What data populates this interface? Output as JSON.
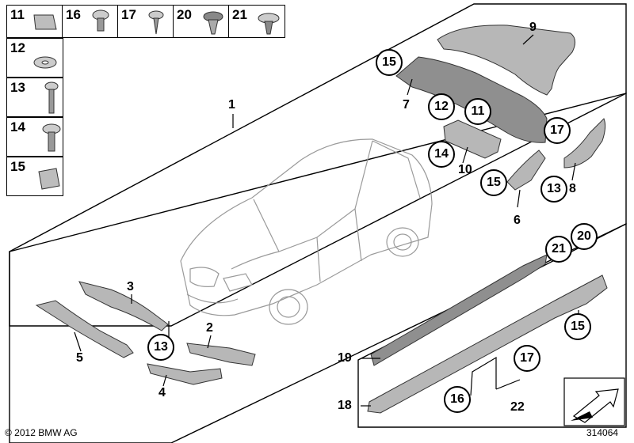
{
  "hardware_cells": [
    {
      "number": "11"
    },
    {
      "number": "16"
    },
    {
      "number": "17"
    },
    {
      "number": "20"
    },
    {
      "number": "21"
    },
    {
      "number": "12"
    },
    {
      "number": "13"
    },
    {
      "number": "14"
    },
    {
      "number": "15"
    }
  ],
  "labels": {
    "l1": "1",
    "l2": "2",
    "l3": "3",
    "l4": "4",
    "l5": "5",
    "l6": "6",
    "l7": "7",
    "l8": "8",
    "l9": "9",
    "l10": "10",
    "l18": "18",
    "l19": "19",
    "l22": "22"
  },
  "callouts": {
    "c15a": "15",
    "c12": "12",
    "c11": "11",
    "c14": "14",
    "c17a": "17",
    "c15b": "15",
    "c13a": "13",
    "c13b": "13",
    "c21": "21",
    "c20": "20",
    "c15c": "15",
    "c17b": "17",
    "c16": "16"
  },
  "footer": {
    "copyright": "© 2012 BMW AG",
    "diagram_number": "314064"
  }
}
